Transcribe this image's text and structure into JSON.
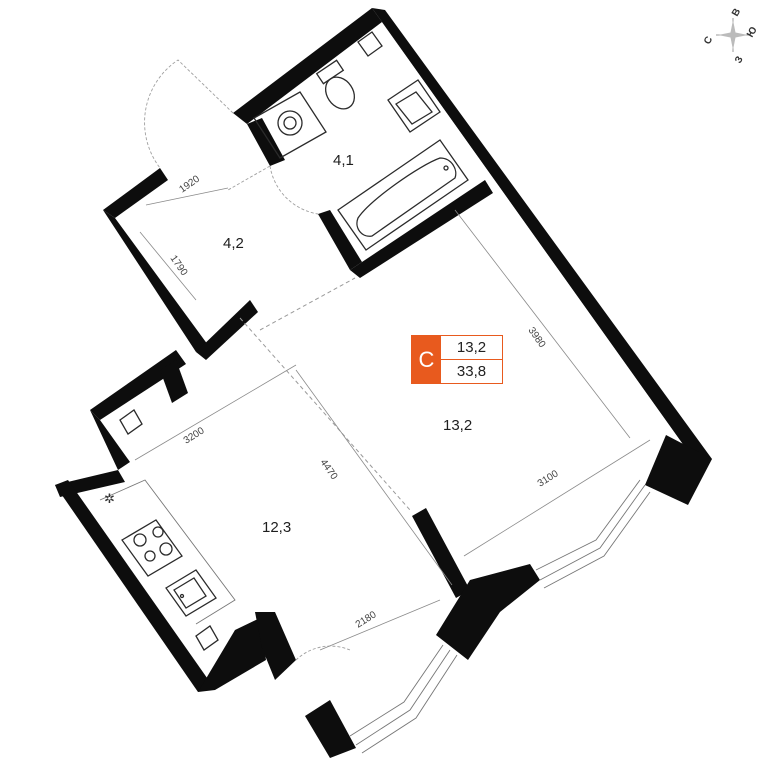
{
  "colors": {
    "wall": "#0d0d0d",
    "accent": "#e85a1e"
  },
  "badge": {
    "letter": "С",
    "living_area": "13,2",
    "total_area": "33,8"
  },
  "rooms": [
    {
      "id": "bathroom",
      "area": "4,1"
    },
    {
      "id": "hallway",
      "area": "4,2"
    },
    {
      "id": "living-room",
      "area": "13,2"
    },
    {
      "id": "kitchen",
      "area": "12,3"
    }
  ],
  "dimensions": {
    "hall_width": "1920",
    "hall_depth": "1790",
    "kitchen_width": "3200",
    "kitchen_length": "4470",
    "kitchen_bottom": "2180",
    "room_length": "3980",
    "room_width": "3100"
  },
  "compass": {
    "north": "С",
    "east": "В",
    "south": "Ю",
    "west": "З"
  },
  "icons": [
    "washing-machine-icon",
    "toilet-icon",
    "sink-icon",
    "bathtub-icon",
    "stove-icon",
    "fridge-icon",
    "kitchen-sink-icon"
  ]
}
